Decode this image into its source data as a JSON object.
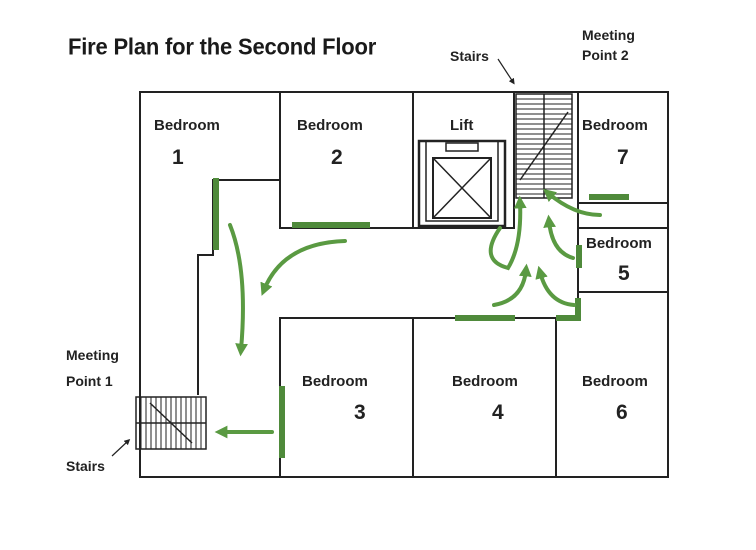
{
  "title": "Fire Plan for the Second Floor",
  "rooms": [
    {
      "name": "Bedroom",
      "number": "1"
    },
    {
      "name": "Bedroom",
      "number": "2"
    },
    {
      "name": "Bedroom",
      "number": "3"
    },
    {
      "name": "Bedroom",
      "number": "4"
    },
    {
      "name": "Bedroom",
      "number": "5"
    },
    {
      "name": "Bedroom",
      "number": "6"
    },
    {
      "name": "Bedroom",
      "number": "7"
    }
  ],
  "lift_label": "Lift",
  "stairs": [
    {
      "label": "Stairs"
    },
    {
      "label": "Stairs"
    }
  ],
  "meeting_points": [
    {
      "line1": "Meeting",
      "line2": "Point 1"
    },
    {
      "line1": "Meeting",
      "line2": "Point 2"
    }
  ],
  "colors": {
    "wall": "#222222",
    "door": "#4f8a3b",
    "arrow": "#5a9a42"
  }
}
